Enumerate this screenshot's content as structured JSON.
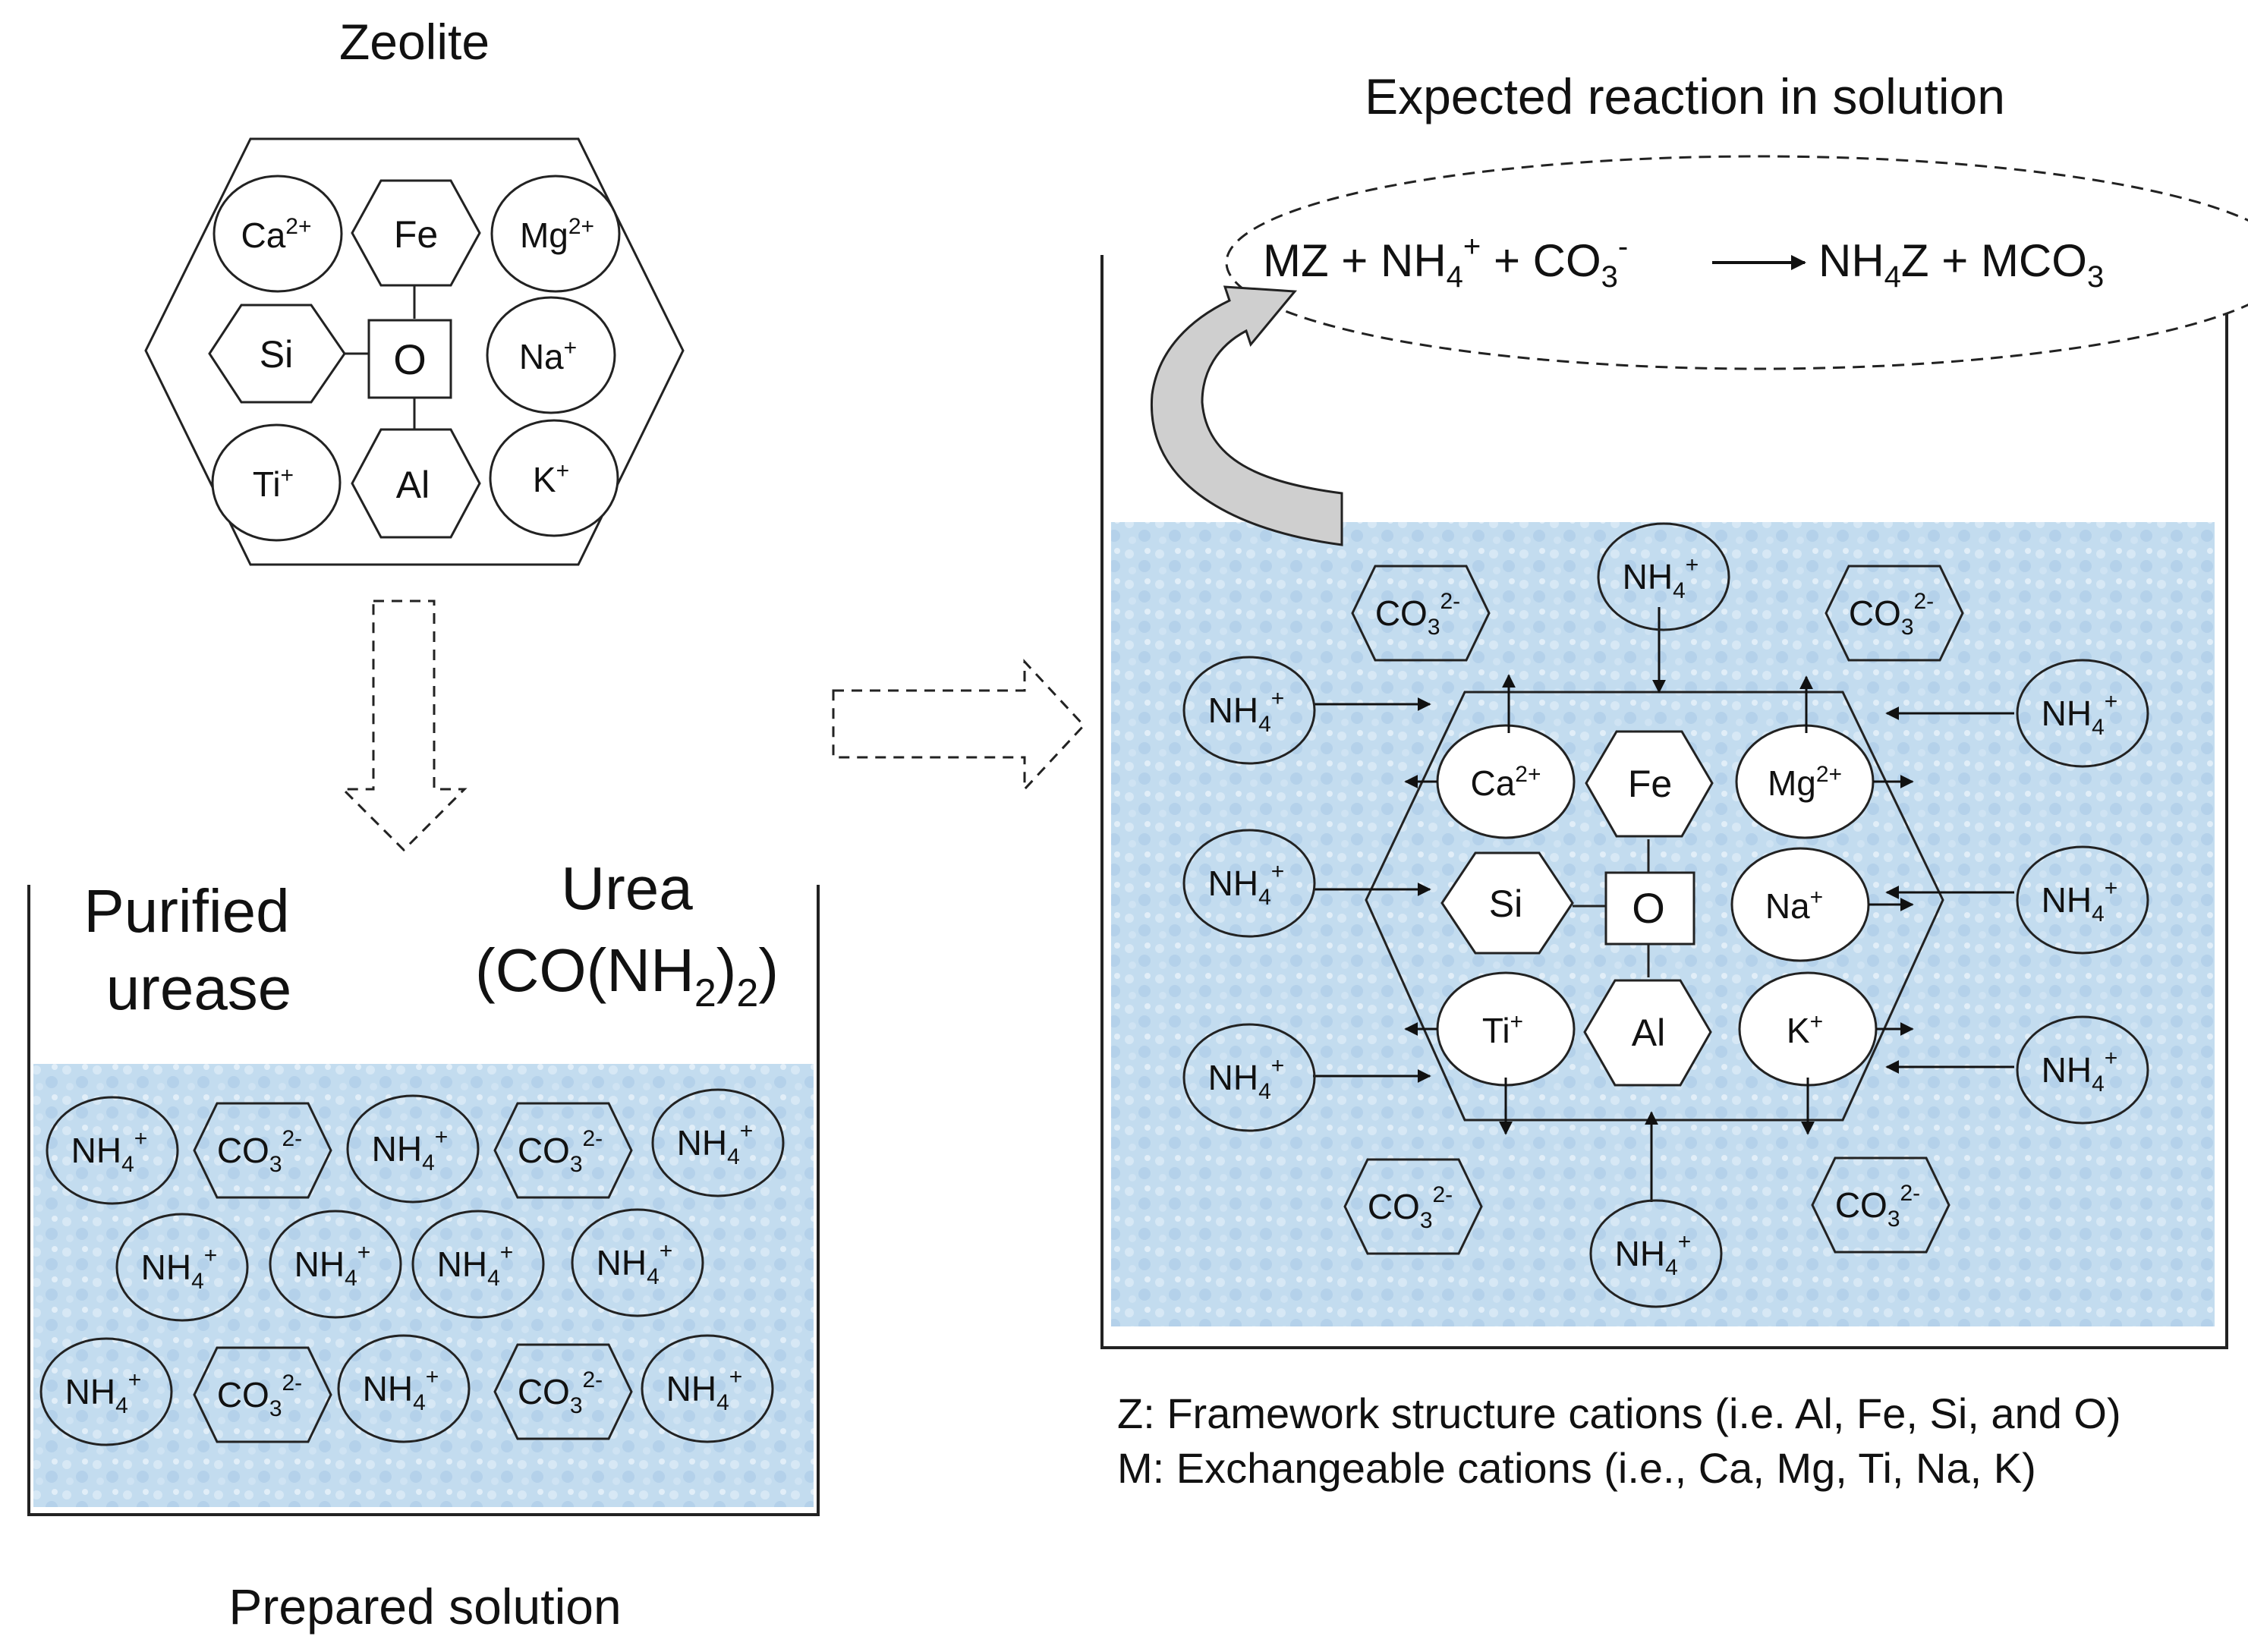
{
  "zeolite": {
    "title": "Zeolite",
    "framework": {
      "fe": "Fe",
      "si": "Si",
      "o": "O",
      "al": "Al"
    },
    "cations": {
      "ca": {
        "base": "Ca",
        "sup": "2+"
      },
      "mg": {
        "base": "Mg",
        "sup": "2+"
      },
      "na": {
        "base": "Na",
        "sup": "+"
      },
      "ti": {
        "base": "Ti",
        "sup": "+"
      },
      "k": {
        "base": "K",
        "sup": "+"
      }
    }
  },
  "ions": {
    "ammonium": {
      "base": "NH",
      "sub": "4",
      "sup": "+"
    },
    "carbonate": {
      "base": "CO",
      "sub": "3",
      "sup": "2-"
    }
  },
  "prepared": {
    "caption": "Prepared solution",
    "urease_line1": "Purified",
    "urease_line2": "urease",
    "urea_line1": "Urea",
    "urea_formula": {
      "open": "(CO(NH",
      "sub1": "2",
      "close": ")",
      "sub2": "2",
      "end": ")"
    }
  },
  "reaction": {
    "title": "Expected reaction in solution",
    "equation": {
      "mz": "MZ + NH",
      "sub1": "4",
      "sup1": "+",
      "mid": " + CO",
      "sub2": "3",
      "sup2": "-",
      "p1": "NH",
      "sub3": "4",
      "p1b": "Z  + MCO",
      "sub4": "3"
    }
  },
  "legend": {
    "z": "Z: Framework structure cations (i.e. Al, Fe, Si, and O)",
    "m": "M:  Exchangeable cations (i.e.,  Ca, Mg, Ti, Na, K)"
  }
}
